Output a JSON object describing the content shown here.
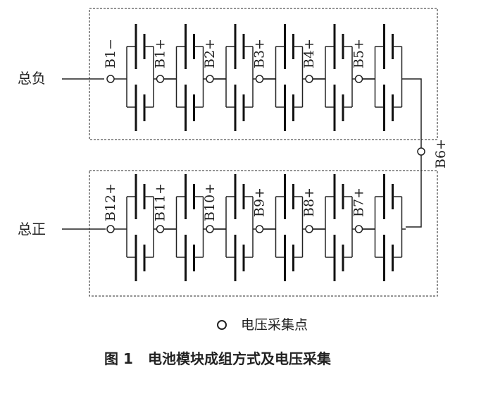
{
  "top_module": {
    "terminal_label": "总负",
    "taps": [
      "B1−",
      "B1+",
      "B2+",
      "B3+",
      "B4+",
      "B5+"
    ]
  },
  "bridge_tap": "B6+",
  "bottom_module": {
    "terminal_label": "总正",
    "taps": [
      "B12+",
      "B11+",
      "B10+",
      "B9+",
      "B8+",
      "B7+"
    ]
  },
  "legend": {
    "label": "电压采集点"
  },
  "caption": {
    "number": "图 1",
    "title": "电池模块成组方式及电压采集"
  }
}
